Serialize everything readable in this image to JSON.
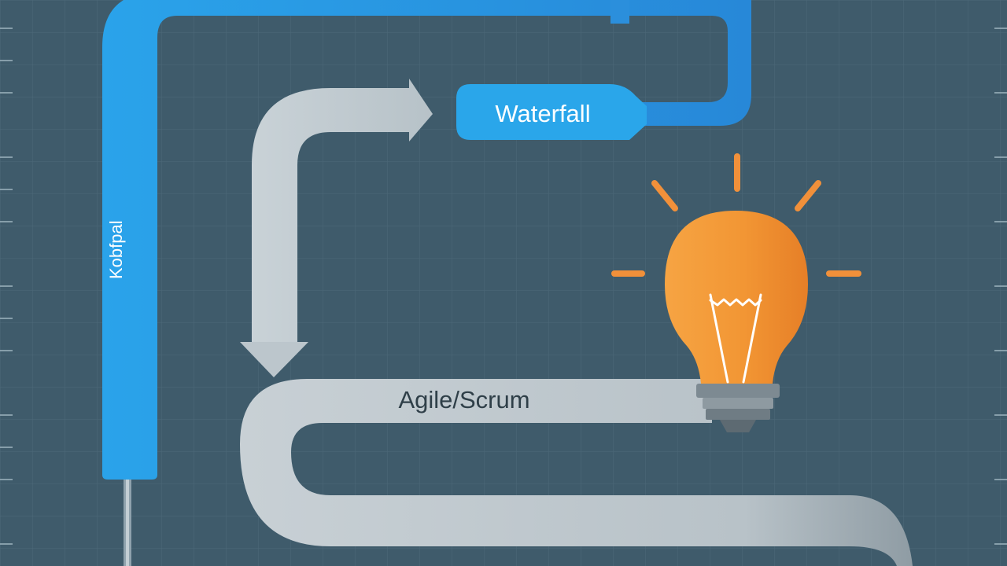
{
  "labels": {
    "left_vertical": "Kobfpal",
    "waterfall": "Waterfall",
    "agile": "Agile/Scrum"
  },
  "colors": {
    "background": "#3f5b6b",
    "grid": "#4c6878",
    "blue_path": "#2f9fe4",
    "blue_path_dark": "#1f7fc7",
    "gray_path": "#c5ced3",
    "gray_path_dark": "#9aa7ae",
    "bulb_orange": "#f39a3a",
    "bulb_orange_dark": "#e4822a",
    "bulb_base": "#7a8790",
    "ray_orange": "#f1903a"
  },
  "icons": {
    "lightbulb": "lightbulb-icon"
  }
}
